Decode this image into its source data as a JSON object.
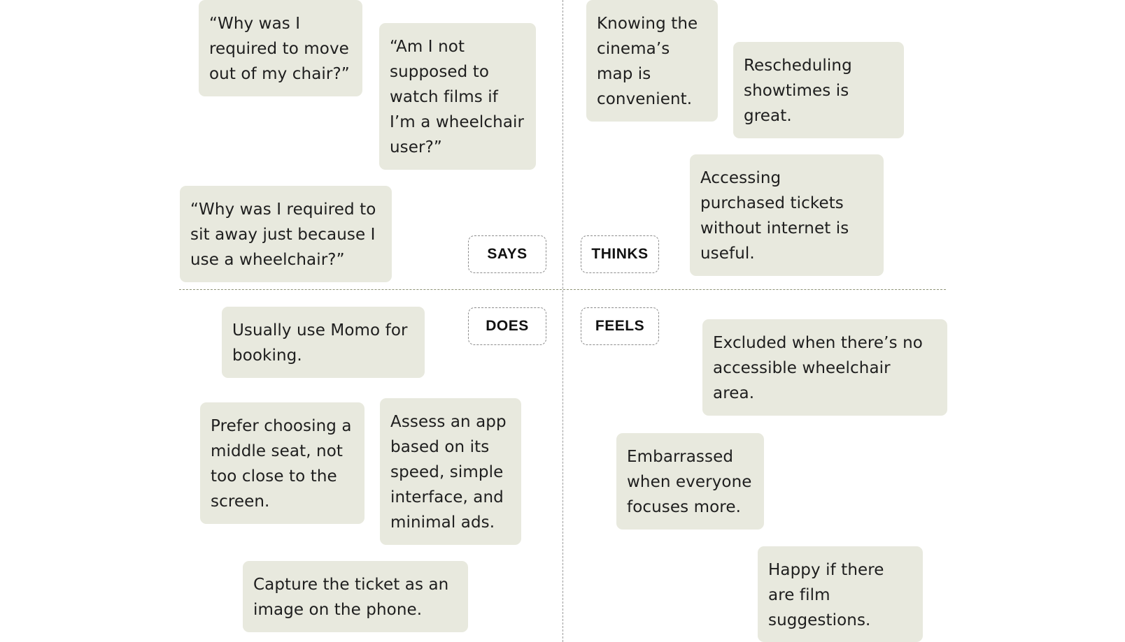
{
  "quadrants": {
    "says": {
      "label": "SAYS",
      "notes": [
        {
          "lines": [
            "“Why was I",
            "required to move",
            "out of my chair?”"
          ]
        },
        {
          "lines": [
            "“Am I not",
            "supposed to",
            "watch films if",
            "I’m a wheelchair",
            "user?”"
          ]
        },
        {
          "lines": [
            "“Why was I required to",
            "sit away just because I",
            "use a wheelchair?”"
          ]
        }
      ]
    },
    "thinks": {
      "label": "THINKS",
      "notes": [
        {
          "lines": [
            "Knowing the",
            "cinema’s",
            "map is",
            "convenient."
          ]
        },
        {
          "lines": [
            "Rescheduling",
            "showtimes is",
            "great."
          ]
        },
        {
          "lines": [
            "Accessing",
            "purchased tickets",
            "without internet is",
            "useful."
          ]
        }
      ]
    },
    "does": {
      "label": "DOES",
      "notes": [
        {
          "lines": [
            "Usually use Momo for",
            "booking."
          ]
        },
        {
          "lines": [
            "Prefer choosing a",
            "middle seat, not",
            "too close to the",
            "screen."
          ]
        },
        {
          "lines": [
            "Assess an app",
            "based on its",
            "speed, simple",
            "interface, and",
            "minimal ads."
          ]
        },
        {
          "lines": [
            "Capture the ticket as an",
            "image on the phone."
          ]
        }
      ]
    },
    "feels": {
      "label": "FEELS",
      "notes": [
        {
          "lines": [
            "Excluded when there’s no",
            "accessible wheelchair",
            "area."
          ]
        },
        {
          "lines": [
            "Embarrassed",
            "when everyone",
            "focuses more."
          ]
        },
        {
          "lines": [
            "Happy if there",
            "are film",
            "suggestions."
          ]
        }
      ]
    }
  },
  "colors": {
    "note_background": "#e8e9de",
    "text": "#1e1e1e",
    "divider": "#8f9478"
  }
}
